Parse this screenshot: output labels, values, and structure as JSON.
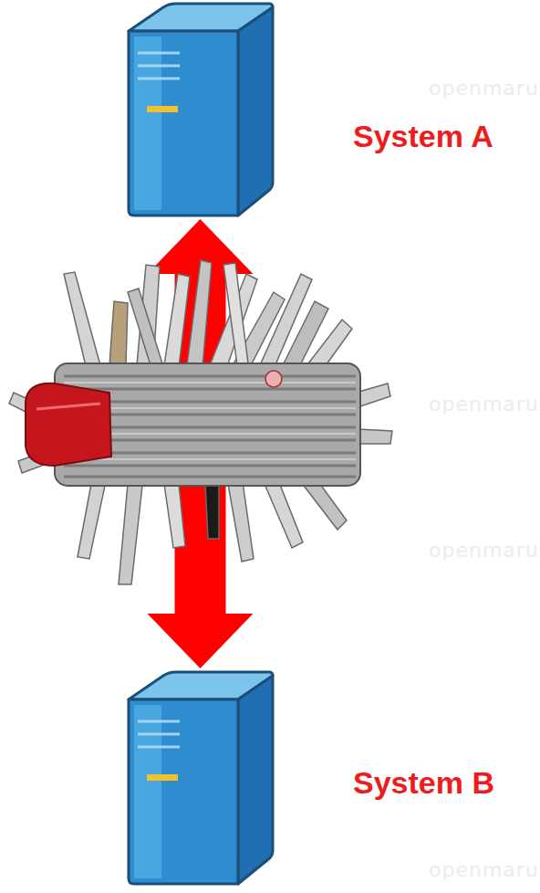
{
  "diagram": {
    "nodes": [
      {
        "text": [
          "System A"
        ]
      },
      {
        "text": [
          "System B"
        ]
      }
    ],
    "edges": [
      {
        "from": 0,
        "to": 1,
        "arrow": "both"
      }
    ],
    "labels": [
      "openmaru",
      "openmaru",
      "openmaru",
      "openmaru"
    ]
  }
}
